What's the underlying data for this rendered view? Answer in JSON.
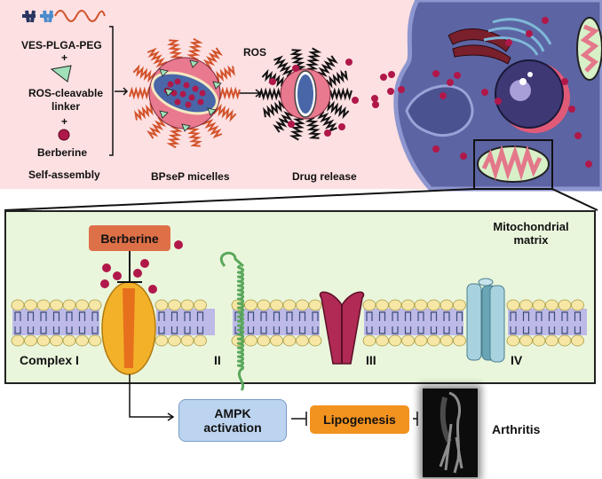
{
  "colors": {
    "top_panel_bg": "#fde0e2",
    "matrix_panel_bg": "#eaf6dc",
    "cell_body": "#5c64a3",
    "berberine_dot": "#b0184a",
    "linker_triangle": "#9fe0b8",
    "peg_chain": "#d2532b",
    "berberine_box": "#de7048",
    "ampk_box": "#bcd4ef",
    "lipogenesis_box": "#f2921f",
    "complex_i": "#f3b12a",
    "complex_ii": "#5aa85c",
    "complex_iii": "#b02a55",
    "complex_iv": "#a9d2df",
    "membrane_head": "#f6e7a6",
    "membrane_core": "#b8b4e8"
  },
  "self_assembly": {
    "components": [
      {
        "name": "VES-PLGA-PEG",
        "icon": "polymer-chain-icon"
      },
      {
        "name": "ROS-cleavable linker",
        "icon": "triangle-linker-icon"
      },
      {
        "name": "Berberine",
        "icon": "berberine-sphere-icon"
      }
    ],
    "plus": "+",
    "label": "Self-assembly"
  },
  "micelle": {
    "label": "BPseP micelles"
  },
  "release": {
    "trigger": "ROS",
    "label": "Drug release"
  },
  "matrix": {
    "region_label_line1": "Mitochondrial",
    "region_label_line2": "matrix",
    "berberine_label": "Berberine",
    "complexes": [
      "Complex I",
      "II",
      "III",
      "IV"
    ]
  },
  "pathway": {
    "ampk_line1": "AMPK",
    "ampk_line2": "activation",
    "lipogenesis": "Lipogenesis",
    "outcome": "Arthritis"
  }
}
